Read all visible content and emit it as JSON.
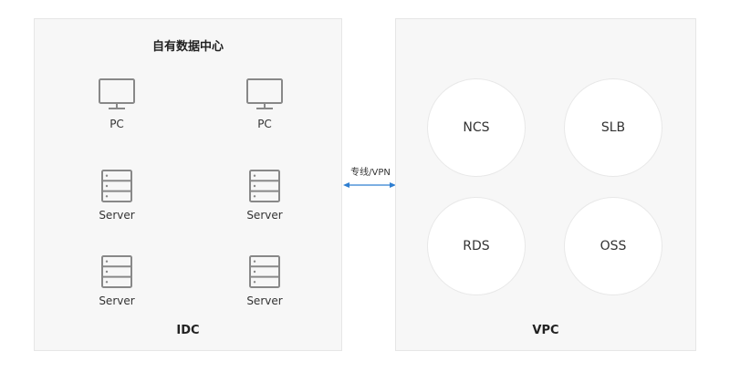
{
  "idc": {
    "title": "自有数据中心",
    "footer": "IDC",
    "nodes": [
      {
        "icon": "monitor-icon",
        "label": "PC"
      },
      {
        "icon": "monitor-icon",
        "label": "PC"
      },
      {
        "icon": "server-icon",
        "label": "Server"
      },
      {
        "icon": "server-icon",
        "label": "Server"
      },
      {
        "icon": "server-icon",
        "label": "Server"
      },
      {
        "icon": "server-icon",
        "label": "Server"
      }
    ]
  },
  "connection": {
    "label": "专线/VPN",
    "color": "#2f7fd1"
  },
  "vpc": {
    "footer": "VPC",
    "services": [
      "NCS",
      "SLB",
      "RDS",
      "OSS"
    ]
  }
}
